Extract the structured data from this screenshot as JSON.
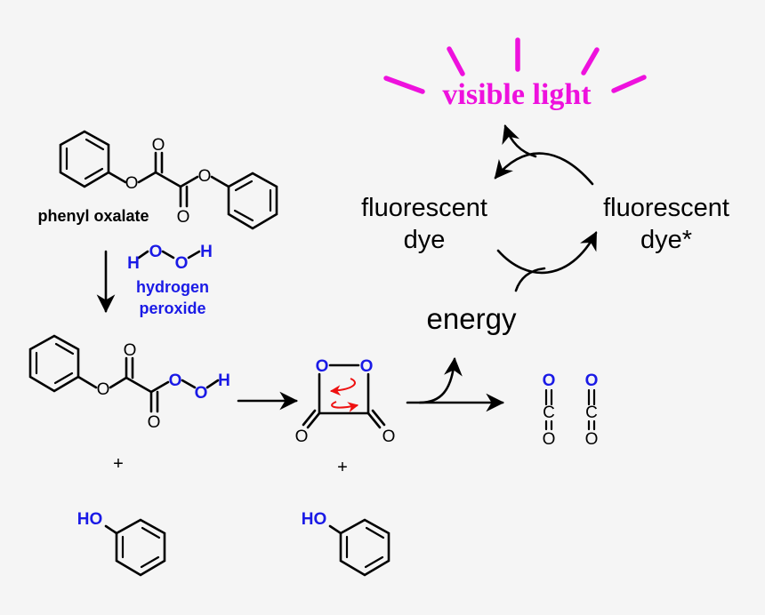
{
  "colors": {
    "background": "#f5f5f5",
    "heteroatom": "#1a1ae6",
    "light": "#ee11dd",
    "electron_arrow": "#ee1111",
    "black": "#000000"
  },
  "labels": {
    "phenyl_oxalate": "phenyl oxalate",
    "hydrogen": "hydrogen",
    "peroxide": "peroxide",
    "fluorescent_left_1": "fluorescent",
    "fluorescent_left_2": "dye",
    "fluorescent_right_1": "fluorescent",
    "fluorescent_right_2": "dye*",
    "energy": "energy",
    "visible_light": "visible light",
    "plus": "+"
  },
  "atoms": {
    "O": "O",
    "H": "H",
    "C": "C",
    "HO": "HO"
  }
}
